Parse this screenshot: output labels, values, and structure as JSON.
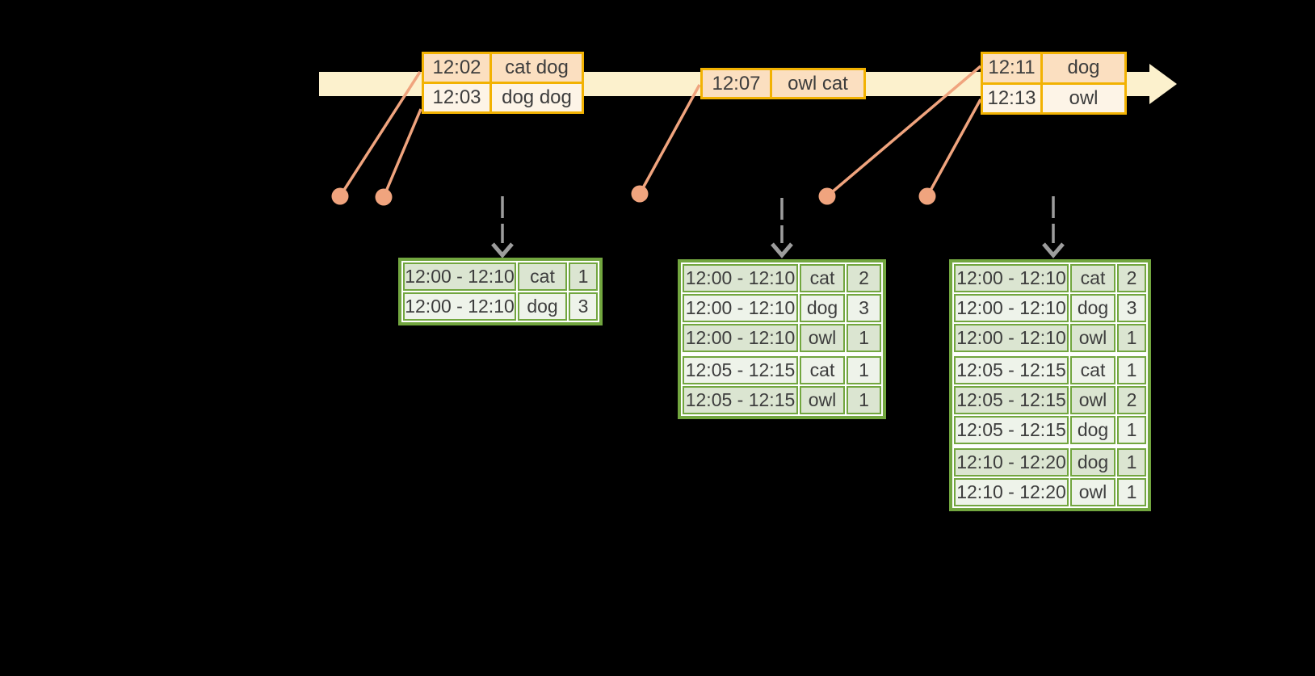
{
  "timeline": {
    "groups": [
      {
        "rows": [
          {
            "time": "12:02",
            "words": "cat dog"
          },
          {
            "time": "12:03",
            "words": "dog dog"
          }
        ]
      },
      {
        "rows": [
          {
            "time": "12:07",
            "words": "owl cat"
          }
        ]
      },
      {
        "rows": [
          {
            "time": "12:11",
            "words": "dog"
          },
          {
            "time": "12:13",
            "words": "owl"
          }
        ]
      }
    ]
  },
  "result_tables": [
    {
      "rows": [
        {
          "window": "12:00 - 12:10",
          "word": "cat",
          "count": "1"
        },
        {
          "window": "12:00 - 12:10",
          "word": "dog",
          "count": "3"
        }
      ]
    },
    {
      "rows": [
        {
          "window": "12:00 - 12:10",
          "word": "cat",
          "count": "2"
        },
        {
          "window": "12:00 - 12:10",
          "word": "dog",
          "count": "3"
        },
        {
          "window": "12:00 - 12:10",
          "word": "owl",
          "count": "1"
        },
        {
          "window": "12:05 - 12:15",
          "word": "cat",
          "count": "1",
          "gap": true
        },
        {
          "window": "12:05 - 12:15",
          "word": "owl",
          "count": "1"
        }
      ]
    },
    {
      "rows": [
        {
          "window": "12:00 - 12:10",
          "word": "cat",
          "count": "2"
        },
        {
          "window": "12:00 - 12:10",
          "word": "dog",
          "count": "3"
        },
        {
          "window": "12:00 - 12:10",
          "word": "owl",
          "count": "1"
        },
        {
          "window": "12:05 - 12:15",
          "word": "cat",
          "count": "1",
          "gap": true
        },
        {
          "window": "12:05 - 12:15",
          "word": "owl",
          "count": "2"
        },
        {
          "window": "12:05 - 12:15",
          "word": "dog",
          "count": "1"
        },
        {
          "window": "12:10 - 12:20",
          "word": "dog",
          "count": "1",
          "gap": true
        },
        {
          "window": "12:10 - 12:20",
          "word": "owl",
          "count": "1"
        }
      ]
    }
  ],
  "colors": {
    "background": "#000000",
    "timeline_band": "#FCF1CD",
    "event_border": "#F2B202",
    "event_fill_top": "#FBDFC0",
    "event_fill_bottom": "#FDF4E7",
    "connector_orange": "#F0A47E",
    "trigger_gray": "#9D9D9D",
    "table_border": "#72A63F",
    "table_fill_dark": "#DBE5D1",
    "table_fill_light": "#EEF3EA",
    "text": "#3D3D3D"
  }
}
